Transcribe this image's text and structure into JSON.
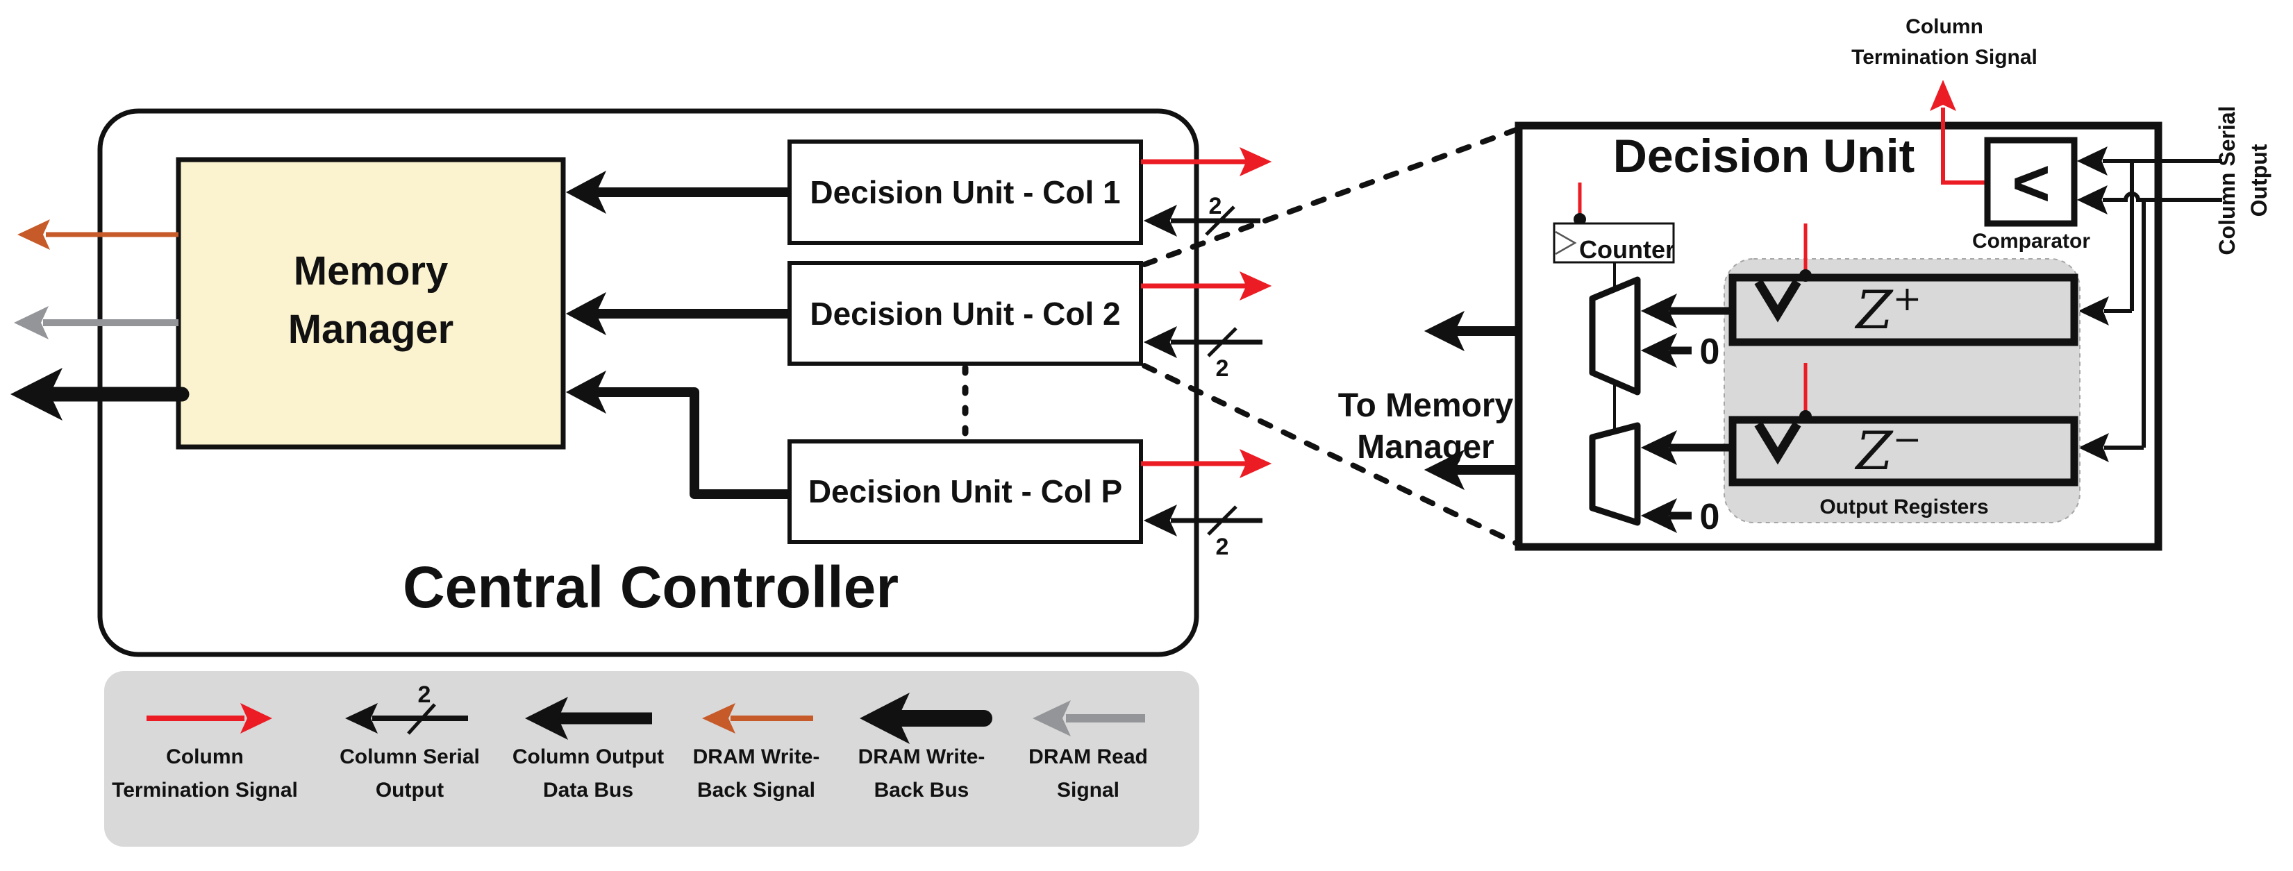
{
  "diagram": {
    "central_controller": {
      "title": "Central Controller",
      "memory_manager": {
        "lines": [
          "Memory",
          "Manager"
        ]
      },
      "decision_units": [
        {
          "label": "Decision Unit - Col 1"
        },
        {
          "label": "Decision Unit - Col 2"
        },
        {
          "label": "Decision Unit - Col P"
        }
      ],
      "bus_width_label": "2"
    },
    "decision_unit_detail": {
      "title": "Decision Unit",
      "column_termination": {
        "lines": [
          "Column",
          "Termination Signal"
        ]
      },
      "comparator_symbol": "<",
      "comparator_label": "Comparator",
      "counter_label": "Counter",
      "column_serial": {
        "lines": [
          "Column Serial",
          "Output"
        ]
      },
      "register_plus": {
        "base": "Z",
        "sup": "+"
      },
      "register_minus": {
        "base": "Z",
        "sup": "−"
      },
      "output_registers_label": "Output Registers",
      "zero_label": "0",
      "to_memory": {
        "lines": [
          "To Memory",
          "Manager"
        ]
      }
    },
    "legend": {
      "items": [
        {
          "name": "column-termination-signal",
          "lines": [
            "Column",
            "Termination Signal"
          ],
          "color": "#EC1C24"
        },
        {
          "name": "column-serial-output",
          "lines": [
            "Column Serial",
            "Output"
          ],
          "color": "#111111",
          "width_label": "2"
        },
        {
          "name": "column-output-data-bus",
          "lines": [
            "Column Output",
            "Data Bus"
          ],
          "color": "#111111"
        },
        {
          "name": "dram-write-back-signal",
          "lines": [
            "DRAM Write-",
            "Back Signal"
          ],
          "color": "#C65A29"
        },
        {
          "name": "dram-write-back-bus",
          "lines": [
            "DRAM Write-",
            "Back Bus"
          ],
          "color": "#111111"
        },
        {
          "name": "dram-read-signal",
          "lines": [
            "DRAM Read",
            "Signal"
          ],
          "color": "#939598"
        }
      ]
    },
    "colors": {
      "signal_red": "#EC1C24",
      "writeback_orange": "#C65A29",
      "read_gray": "#939598",
      "panel_gray": "#D9D9D9",
      "memory_manager_fill": "#FBF2CF",
      "line_black": "#111111"
    }
  }
}
